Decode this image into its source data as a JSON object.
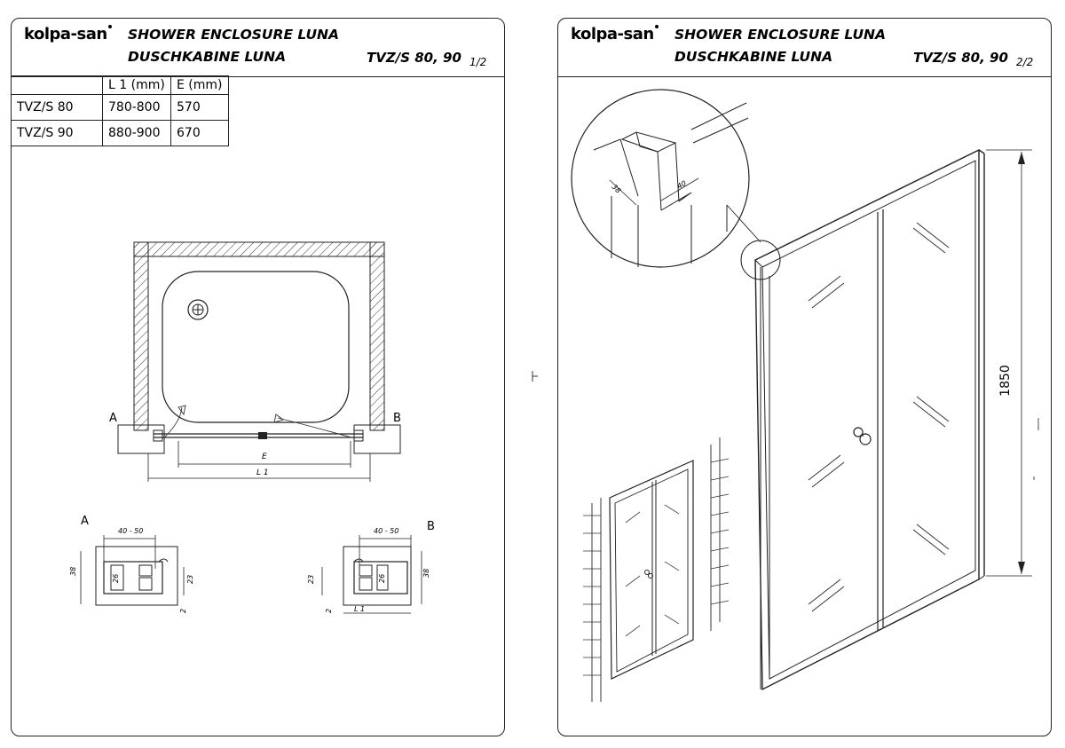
{
  "brand": {
    "logo_text": "kolpa-san"
  },
  "pages": [
    {
      "title_en": "SHOWER ENCLOSURE LUNA",
      "title_de": "DUSCHKABINE  LUNA",
      "model": "TVZ/S 80, 90",
      "page_number": "1/2"
    },
    {
      "title_en": "SHOWER ENCLOSURE LUNA",
      "title_de": "DUSCHKABINE  LUNA",
      "model": "TVZ/S 80, 90",
      "page_number": "2/2"
    }
  ],
  "dimension_table": {
    "headers": [
      "",
      "L 1  (mm)",
      "E (mm)"
    ],
    "rows": [
      [
        "TVZ/S 80",
        "780-800",
        "570"
      ],
      [
        "TVZ/S 90",
        "880-900",
        "670"
      ]
    ]
  },
  "plan_view": {
    "label_a": "A",
    "label_b": "B",
    "dim_e": "E",
    "dim_l1": "L 1"
  },
  "detail_a": {
    "label": "A",
    "dim_width": "40 - 50",
    "dim_38": "38",
    "dim_26": "26",
    "dim_23": "23",
    "dim_2": "2"
  },
  "detail_b": {
    "label": "B",
    "dim_width": "40 - 50",
    "dim_38": "38",
    "dim_26": "26",
    "dim_23": "23",
    "dim_2": "2",
    "dim_l1": "L 1"
  },
  "profile_detail": {
    "dim_38": "38",
    "dim_40": "40"
  },
  "door_view": {
    "height": "1850"
  }
}
